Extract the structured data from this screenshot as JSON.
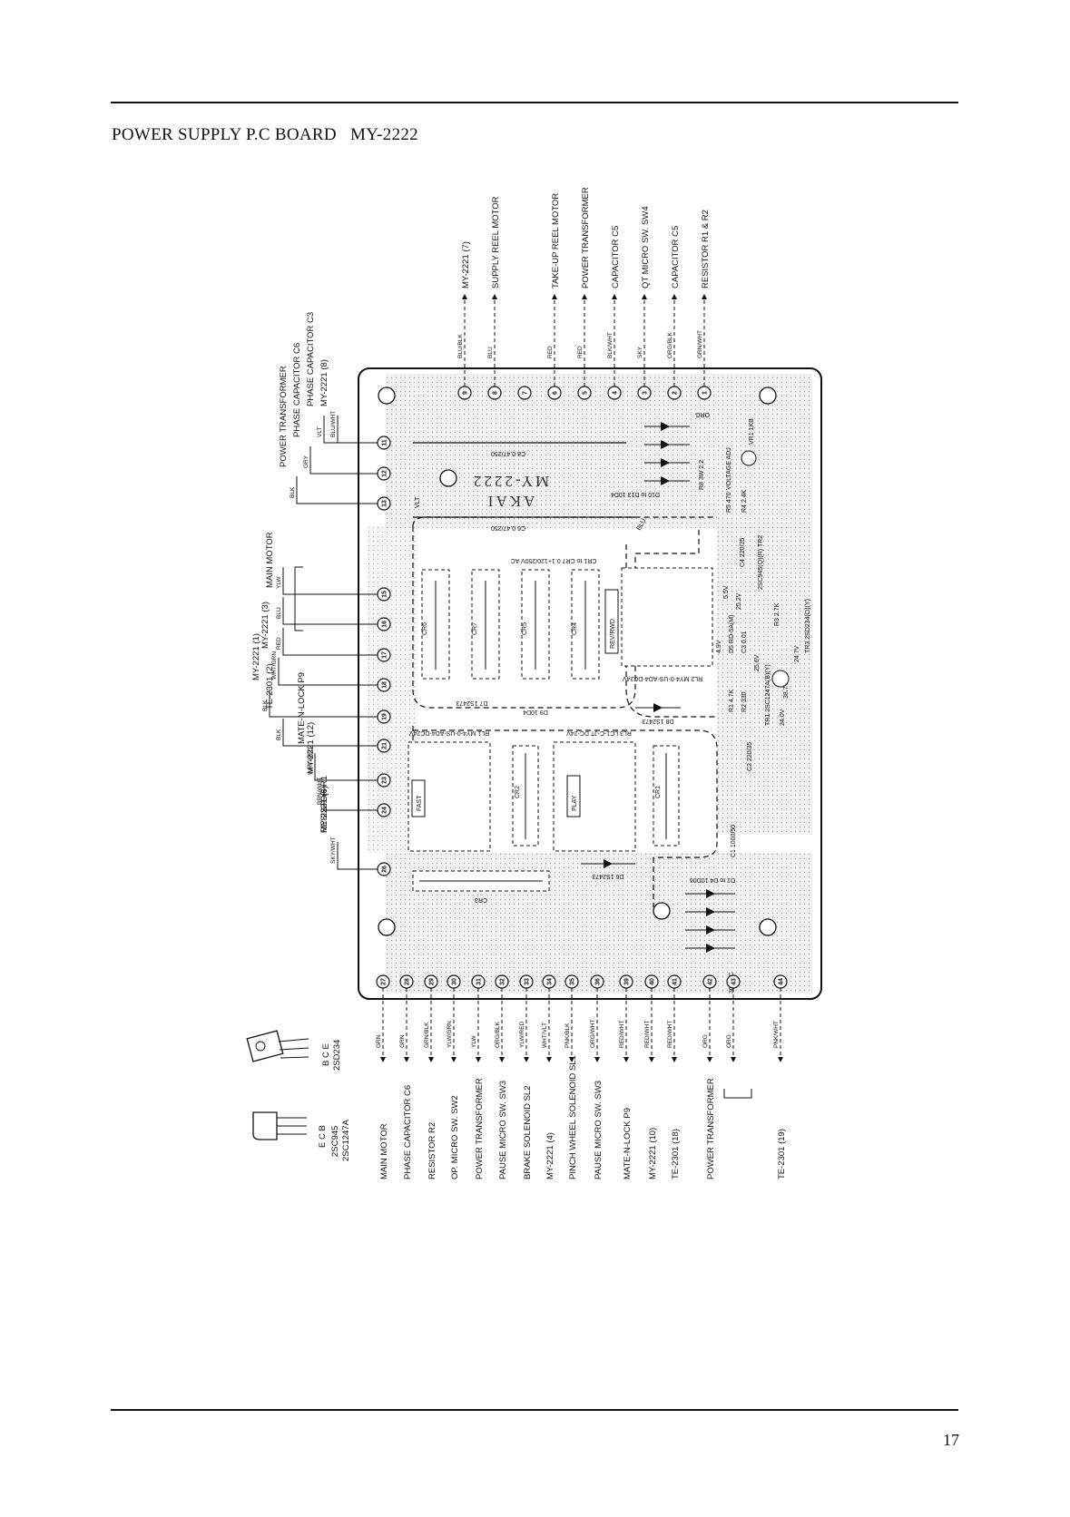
{
  "page": {
    "title": "POWER SUPPLY P.C BOARD   MY-2222",
    "page_number": "17"
  },
  "board": {
    "brand": "AKAI",
    "model": "MY-2222",
    "labels": {
      "c8": "C8 0.47/250",
      "c6": "C6 0.47/250",
      "cr_note": "CR1 to CR7 0.1+120/250V AC",
      "diodes_top": "D10 to D13 10D4",
      "r8": "R8 3W 2.2",
      "voltage_adj": "VOLTAGE ADJ",
      "vr1": "VR1 1KB",
      "r5": "R5 470",
      "r4": "R4 2.4K",
      "c4": "C4 220/25",
      "tr2": "2SC945(Q)(R) TR2",
      "r3": "R3 2.7K",
      "v5_5": "5.5V",
      "v25_2": "25.2V",
      "d5": "D5 RD-5A(M)",
      "c3": "C3 0.01",
      "v4_9": "4.9V",
      "v25_6": "25.6V",
      "tr3": "TR3 2SD234(O)(Y)",
      "v38_7": "38.7V",
      "v24_7": "24.7V",
      "r1": "R1 4.7K",
      "r2": "R2 330",
      "tr1": "TR1 2SC1247A(B)(Y)",
      "v24_0": "24.0V",
      "rl2": "RL2 MY4-0-US-AD4-DC24V",
      "rev_rwd": "REV/RWD",
      "d8": "D8 1S2473",
      "c2": "C2 220/35",
      "c1": "C1 1000/50",
      "diodes_bottom": "D1 to D4 10D06",
      "ac30": "30V AC",
      "d7": "D7 1S2473",
      "d9": "D9 10D4",
      "rl3": "RL3 LC1-C-JT DC-24V",
      "rl1": "RL1 MY4-0-US-AD4-DC24V",
      "play": "PLAY",
      "fast": "FAST",
      "d6": "D6 1S2473",
      "cr3": "CR3",
      "cr1": "CR1",
      "cr2": "CR2",
      "cr4": "CR4",
      "cr5": "CR5",
      "cr6": "CR6",
      "cr7": "CR7",
      "vlt": "VLT",
      "blu": "BLU",
      "org": "ORG"
    }
  },
  "top_wires": [
    {
      "pin": "9",
      "color": "BLU/BLK",
      "dest": "MY-2221 (7)"
    },
    {
      "pin": "8",
      "color": "BLU",
      "dest": "SUPPLY REEL MOTOR"
    },
    {
      "pin": "7",
      "color": "",
      "dest": ""
    },
    {
      "pin": "6",
      "color": "RED",
      "dest": "TAKE-UP REEL MOTOR"
    },
    {
      "pin": "5",
      "color": "RED",
      "dest": "POWER TRANSFORMER"
    },
    {
      "pin": "4",
      "color": "BLK/WHT",
      "dest": "CAPACITOR C5"
    },
    {
      "pin": "3",
      "color": "SKY",
      "dest": "QT MICRO SW. SW4"
    },
    {
      "pin": "2",
      "color": "ORG/BLK",
      "dest": "CAPACITOR C5"
    },
    {
      "pin": "1",
      "color": "GRN/WHT",
      "dest": "RESISTOR R1 & R2"
    }
  ],
  "left_wires": [
    {
      "pin": "11",
      "color": "BLU/WHT",
      "dest": "MY-2221 (8)"
    },
    {
      "pin": "11b",
      "color": "VLT",
      "dest": "PHASE CAPACITOR C3"
    },
    {
      "pin": "12",
      "color": "GRY",
      "dest": "PHASE CAPACITOR C6"
    },
    {
      "pin": "13",
      "color": "BLK",
      "dest": "POWER TRANSFORMER"
    },
    {
      "pin": "15",
      "color": "YLW",
      "dest": ""
    },
    {
      "pin": "16",
      "color": "BLU",
      "dest": "MAIN MOTOR"
    },
    {
      "pin": "17",
      "color": "RED",
      "dest": ""
    },
    {
      "pin": "18",
      "color": "WHT/GRN",
      "dest": "MY-2221 (3)"
    },
    {
      "pin": "19",
      "color": "BLK",
      "dest": "MY-2221 (1)"
    },
    {
      "pin": "21",
      "color": "BLK",
      "dest": "TE-2301 (2)"
    },
    {
      "pin": "23",
      "color": "WHT/RED",
      "dest": "MATE-N-LOCK P9"
    },
    {
      "pin": "24",
      "color": "BRN/WHT",
      "dest": "MY-2221 (12)"
    },
    {
      "pin": "26",
      "color": "SKY/WHT",
      "dest": "MY-2221 (6)"
    },
    {
      "pin": "26b",
      "color": "",
      "dest": "RESISTOR R1"
    }
  ],
  "bottom_wires": [
    {
      "pin": "27",
      "color": "GRN",
      "dest": "MAIN MOTOR"
    },
    {
      "pin": "28",
      "color": "GRN",
      "dest": "PHASE CAPACITOR C6"
    },
    {
      "pin": "29",
      "color": "GRN/BLK",
      "dest": "RESISTOR R2"
    },
    {
      "pin": "30",
      "color": "YLW/GRN",
      "dest": "OP. MICRO SW. SW2"
    },
    {
      "pin": "31",
      "color": "YLW",
      "dest": "POWER TRANSFORMER"
    },
    {
      "pin": "32",
      "color": "ORG/BLK",
      "dest": "PAUSE MICRO SW. SW3"
    },
    {
      "pin": "33",
      "color": "YLW/RED",
      "dest": "BRAKE SOLENOID SL2"
    },
    {
      "pin": "34",
      "color": "WHT/VLT",
      "dest": "MY-2221 (4)"
    },
    {
      "pin": "35",
      "color": "PNK/BLK",
      "dest": "PINCH WHEEL SOLENOID SL1"
    },
    {
      "pin": "36",
      "color": "ORG/WHT",
      "dest": "PAUSE MICRO SW. SW3"
    },
    {
      "pin": "39",
      "color": "RED/WHT",
      "dest": "MATE-N-LOCK P9"
    },
    {
      "pin": "40",
      "color": "RED/WHT",
      "dest": "MY-2221 (10)"
    },
    {
      "pin": "41",
      "color": "RED/WHT",
      "dest": "TE-2301 (18)"
    },
    {
      "pin": "42",
      "color": "ORG",
      "dest": "POWER TRANSFORMER"
    },
    {
      "pin": "43",
      "color": "ORG",
      "dest": ""
    },
    {
      "pin": "44",
      "color": "PNK/WHT",
      "dest": "TE-2301 (19)"
    }
  ],
  "transistors": {
    "big": {
      "pins": "B C E",
      "name": "2SD234"
    },
    "small": {
      "pins": "E C B",
      "name1": "2SC945",
      "name2": "2SC1247A"
    }
  }
}
